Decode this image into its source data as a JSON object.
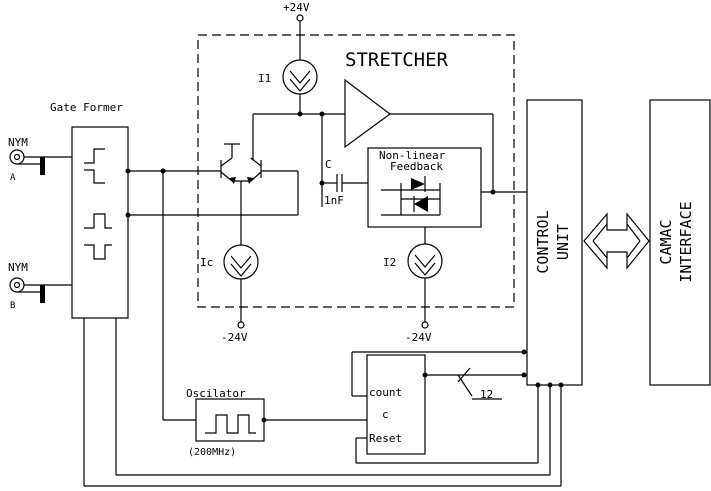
{
  "labels": {
    "supply_top": "+24V",
    "stretcher": "STRETCHER",
    "i1": "I1",
    "gate_former": "Gate Former",
    "nym_a": "NYM",
    "input_a": "A",
    "nym_b": "NYM",
    "input_b": "B",
    "c_label": "C",
    "c_value": "1nF",
    "feedback_line1": "Non-linear",
    "feedback_line2": "Feedback",
    "ic": "Ic",
    "i2": "I2",
    "supply_ic": "-24V",
    "supply_i2": "-24V",
    "control_unit_line1": "CONTROL",
    "control_unit_line2": "UNIT",
    "camac_line1": "CAMAC",
    "camac_line2": "INTERFACE",
    "oscillator": "Oscilator",
    "oscillator_freq": "(200MHz)",
    "counter_count": "count",
    "counter_c": "c",
    "counter_reset": "Reset",
    "bus_width": "12"
  }
}
